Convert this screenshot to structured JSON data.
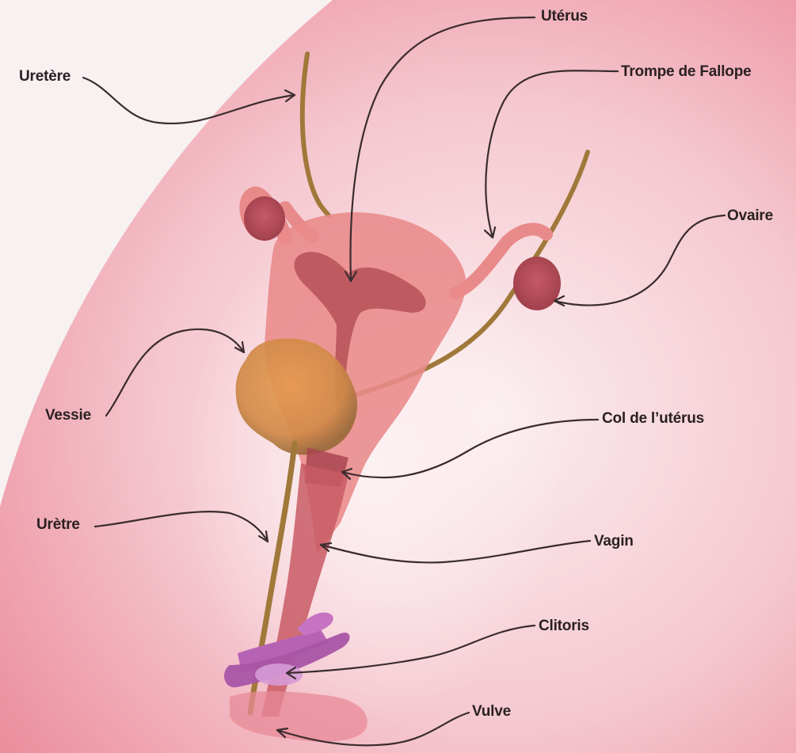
{
  "labels": {
    "uretere": "Uretère",
    "uterus": "Utérus",
    "trompe": "Trompe de Fallope",
    "ovaire": "Ovaire",
    "vessie": "Vessie",
    "col": "Col de l’utérus",
    "uretre": "Urètre",
    "vagin": "Vagin",
    "clitoris": "Clitoris",
    "vulve": "Vulve"
  },
  "colors": {
    "background": "#f6eef0",
    "body_outline": "#e88f9c",
    "uterus": "#e98a8a",
    "cavity": "#b9545b",
    "ovary": "#b9535e",
    "bladder": "#e0924f",
    "ureter": "#a0783a",
    "clitoris": "#b763b5",
    "leader_lines": "#3a2c2e"
  }
}
